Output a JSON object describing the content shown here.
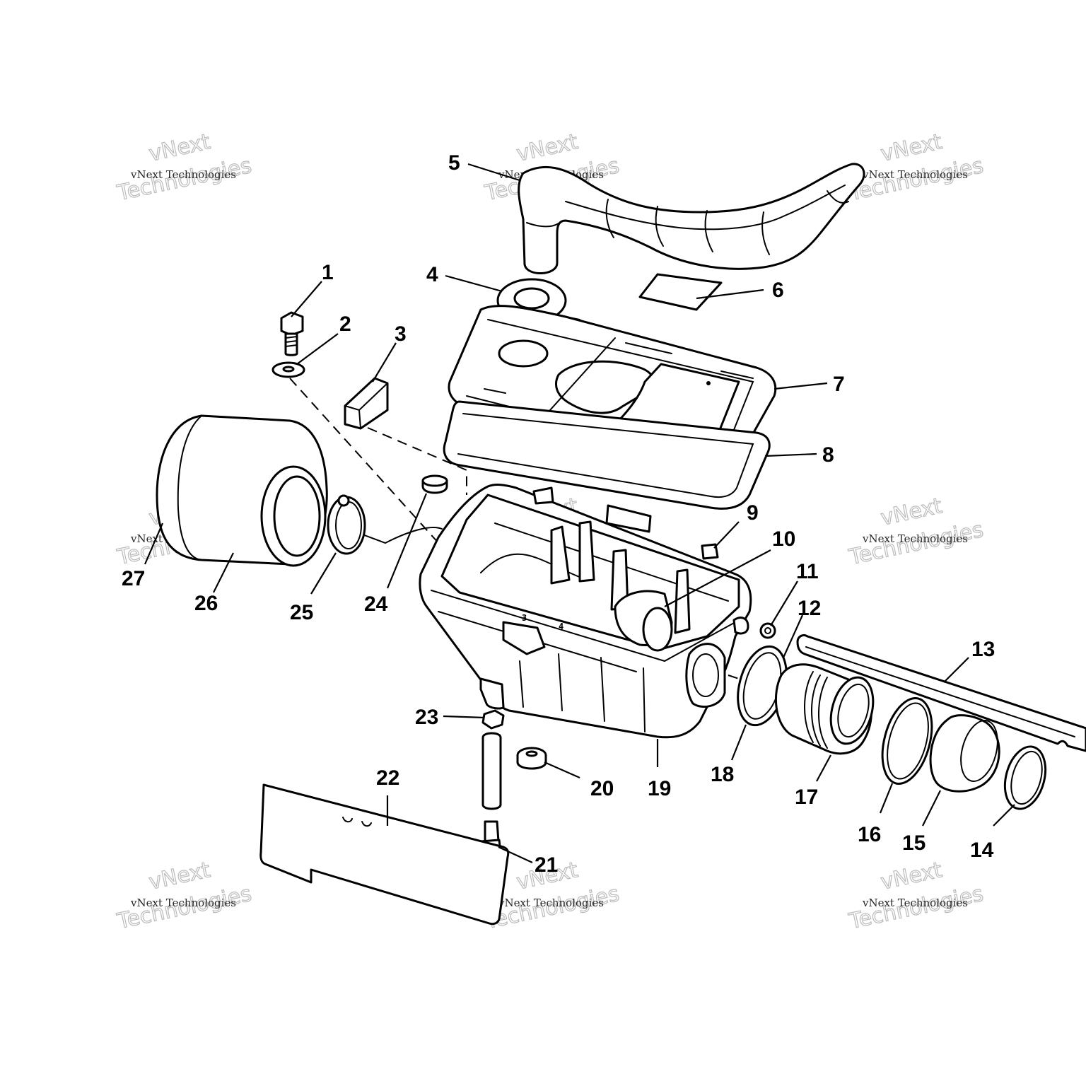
{
  "diagram": {
    "callouts": [
      "1",
      "2",
      "3",
      "4",
      "5",
      "6",
      "7",
      "8",
      "9",
      "10",
      "11",
      "12",
      "13",
      "14",
      "15",
      "16",
      "17",
      "18",
      "19",
      "20",
      "21",
      "22",
      "23",
      "24",
      "25",
      "26",
      "27"
    ],
    "watermark": {
      "line_small": "vNext Technologies",
      "line_big_1": "vNext",
      "line_big_2": "Technologies"
    },
    "part_stamps": [
      "3",
      "4"
    ]
  }
}
